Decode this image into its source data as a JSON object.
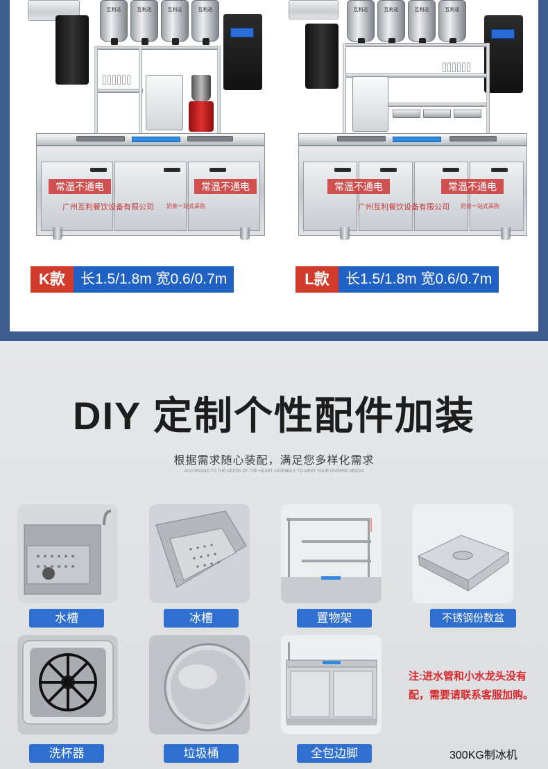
{
  "top": {
    "products": [
      {
        "bucket_brand": "互利达",
        "sticker_left": "常温不通电",
        "sticker_right": "常温不通电",
        "company": "广州互利餐饮设备有限公司",
        "company_sub": "奶茶一站式采购",
        "model_tag": "K款",
        "spec": "长1.5/1.8m 宽0.6/0.7m"
      },
      {
        "bucket_brand": "互利达",
        "sticker_left": "常温不通电",
        "sticker_right": "常温不通电",
        "company": "广州互利餐饮设备有限公司",
        "company_sub": "奶茶一站式采购",
        "model_tag": "L款",
        "spec": "长1.5/1.8m 宽0.6/0.7m"
      }
    ]
  },
  "diy": {
    "title": "DIY 定制个性配件加装",
    "subtitle": "根据需求随心装配，满足您多样化需求",
    "subtitle_en": "ACCORDING TO THE NEEDS OF THE HEART ASSEMBLY, TO MEET YOUR DIVERSE NEEDS",
    "accessories": [
      {
        "label": "水槽",
        "icon": "sink-icon"
      },
      {
        "label": "冰槽",
        "icon": "ice-tray-icon"
      },
      {
        "label": "置物架",
        "icon": "shelf-icon"
      },
      {
        "label": "不锈钢份数盆",
        "icon": "steel-pan-icon"
      },
      {
        "label": "洗杯器",
        "icon": "cup-washer-icon"
      },
      {
        "label": "垃圾桶",
        "icon": "trash-bin-icon"
      },
      {
        "label": "全包边脚",
        "icon": "full-edge-base-icon"
      }
    ],
    "note": "注:进水管和小水龙头没有配，需要请联系客服加购。",
    "ice_machine_label": "300KG制冰机"
  },
  "colors": {
    "frame_blue": "#3f5c8f",
    "tag_red": "#d23b2b",
    "spec_blue": "#1f62c4",
    "label_blue": "#2f6fd0",
    "note_red": "#d9282c"
  }
}
